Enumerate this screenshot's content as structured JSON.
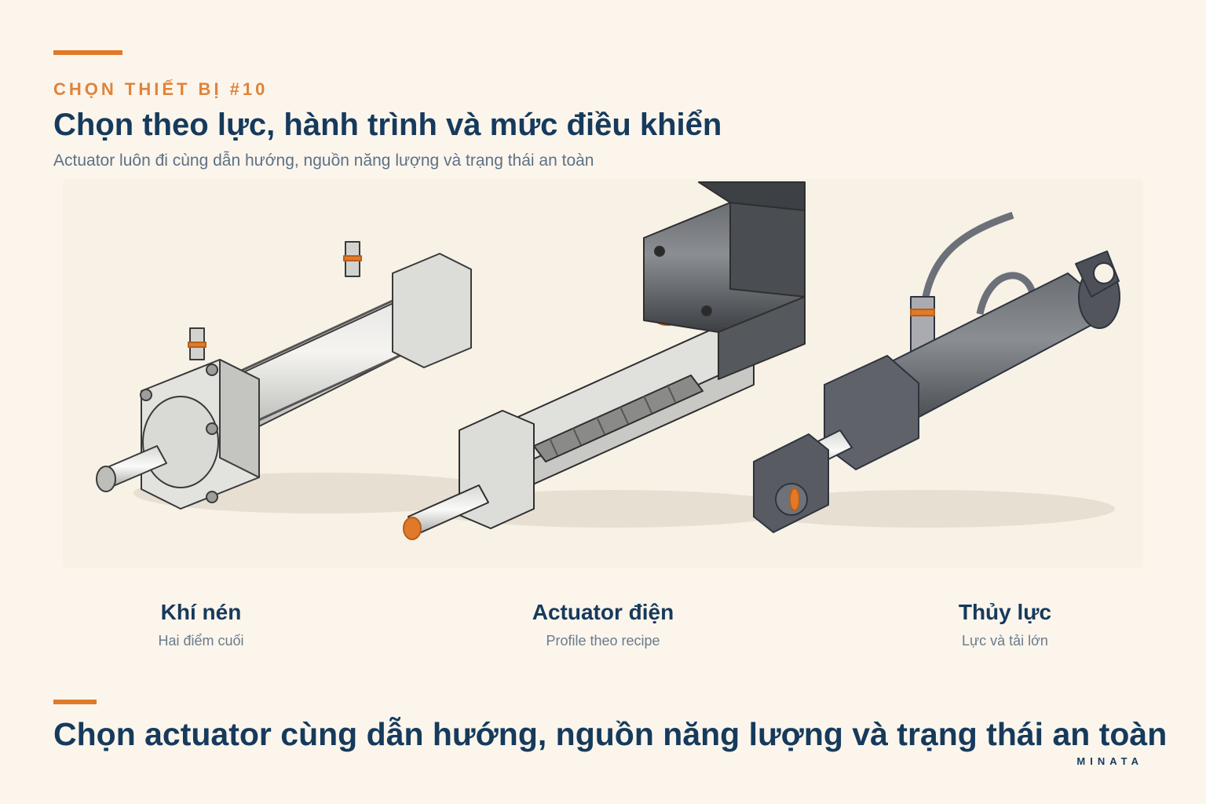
{
  "header": {
    "kicker": "CHỌN THIẾT BỊ #10",
    "title": "Chọn theo lực, hành trình và mức điều khiển",
    "subtitle": "Actuator luôn đi cùng dẫn hướng, nguồn năng lượng và trạng thái an toàn"
  },
  "actuators": [
    {
      "title": "Khí nén",
      "subtitle": "Hai điểm cuối",
      "icon": "pneumatic-cylinder-icon"
    },
    {
      "title": "Actuator điện",
      "subtitle": "Profile theo recipe",
      "icon": "electric-actuator-icon"
    },
    {
      "title": "Thủy lực",
      "subtitle": "Lực và tải lớn",
      "icon": "hydraulic-cylinder-icon"
    }
  ],
  "footer": {
    "title": "Chọn actuator cùng dẫn hướng, nguồn năng lượng và trạng thái an toàn",
    "brand": "MINATA"
  },
  "colors": {
    "accent": "#e07a2a",
    "navy": "#163a5c",
    "background": "#fbf5ec"
  }
}
